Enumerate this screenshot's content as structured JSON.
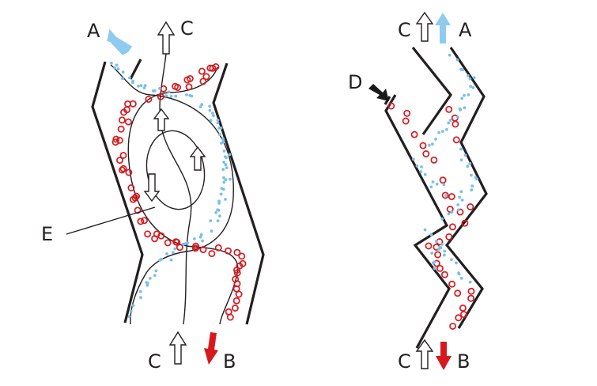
{
  "labels": {
    "A": "A",
    "B": "B",
    "C": "C",
    "D": "D",
    "E": "E"
  },
  "colors": {
    "line": "#231f20",
    "coarse_particle": "#d7191f",
    "fine_particle": "#7cbfe7",
    "arrow_fine": "#8fcbef",
    "arrow_coarse": "#d7191f",
    "arrow_feed": "#1a1a1a"
  },
  "icons": {
    "fine_output_arrow": "arrow-up-light-blue",
    "coarse_output_arrow": "arrow-down-red",
    "air_arrow": "arrow-hollow",
    "feed_arrow": "arrow-black"
  }
}
